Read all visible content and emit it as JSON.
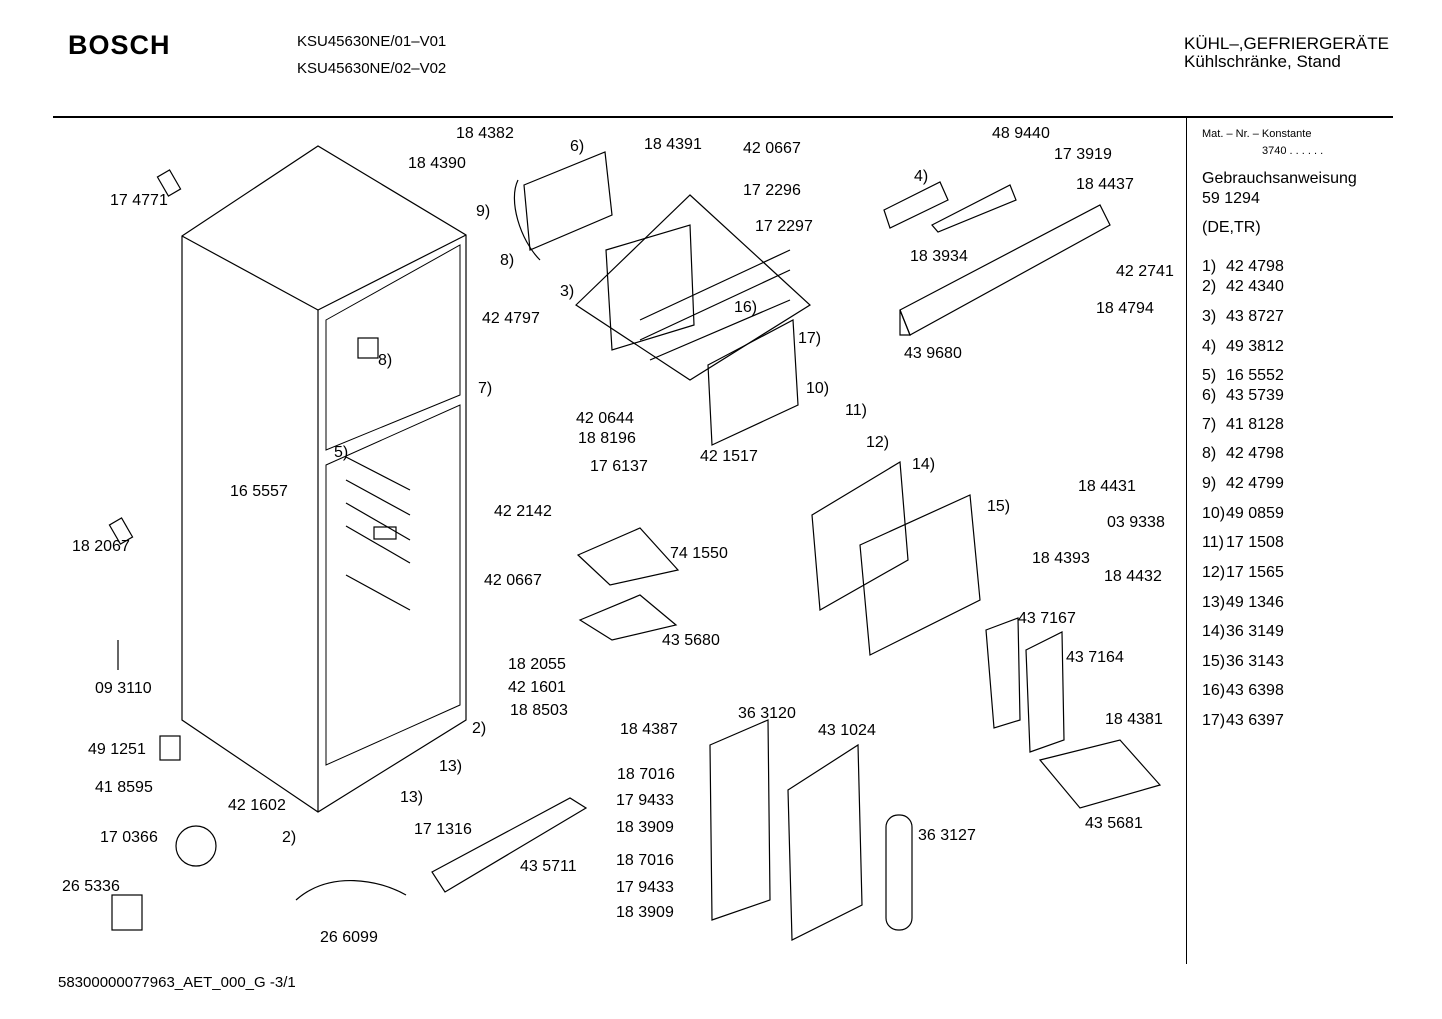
{
  "header": {
    "brand": "BOSCH",
    "models": [
      "KSU45630NE/01–V01",
      "KSU45630NE/02–V02"
    ],
    "category_line1": "KÜHL–,GEFRIERGERÄTE",
    "category_line2": "Kühlschränke, Stand"
  },
  "sidebar": {
    "mat_label": "Mat. – Nr. – Konstante",
    "mat_value": "3740  .  .    .  .  .  .",
    "manual_label": "Gebrauchsanweisung",
    "manual_number": "59 1294",
    "languages": "(DE,TR)",
    "legend": [
      {
        "n": "1)",
        "part": "42 4798"
      },
      {
        "n": "2)",
        "part": "42 4340"
      },
      {
        "n": "3)",
        "part": "43 8727"
      },
      {
        "n": "4)",
        "part": "49 3812"
      },
      {
        "n": "5)",
        "part": "16 5552"
      },
      {
        "n": "6)",
        "part": "43 5739"
      },
      {
        "n": "7)",
        "part": "41 8128"
      },
      {
        "n": "8)",
        "part": "42 4798"
      },
      {
        "n": "9)",
        "part": "42 4799"
      },
      {
        "n": "10)",
        "part": "49 0859"
      },
      {
        "n": "11)",
        "part": "17 1508"
      },
      {
        "n": "12)",
        "part": "17 1565"
      },
      {
        "n": "13)",
        "part": "49 1346"
      },
      {
        "n": "14)",
        "part": "36 3149"
      },
      {
        "n": "15)",
        "part": "36 3143"
      },
      {
        "n": "16)",
        "part": "43 6398"
      },
      {
        "n": "17)",
        "part": "43 6397"
      }
    ]
  },
  "footer": {
    "doc_id": "58300000077963_AET_000_G  -3/1"
  },
  "parts": [
    "18 4382",
    "18 4390",
    "17 4771",
    "9)",
    "8)",
    "42 4797",
    "6)",
    "18 4391",
    "42 0667",
    "17 2296",
    "17 2297",
    "3)",
    "16)",
    "17)",
    "48 9440",
    "17 3919",
    "4)",
    "18 4437",
    "18 3934",
    "42 2741",
    "18 4794",
    "43 9680",
    "8)",
    "7)",
    "42 0644",
    "18 8196",
    "17 6137",
    "10)",
    "11)",
    "12)",
    "42 1517",
    "14)",
    "5)",
    "16 5557",
    "42 2142",
    "18 4431",
    "15)",
    "03 9338",
    "18 2067",
    "74 1550",
    "18 4393",
    "18 4432",
    "42 0667",
    "43 5680",
    "43 7167",
    "43 7164",
    "18 2055",
    "42 1601",
    "09 3110",
    "18 8503",
    "2)",
    "18 4387",
    "36 3120",
    "43 1024",
    "18 4381",
    "49 1251",
    "13)",
    "18 7016",
    "41 8595",
    "13)",
    "17 9433",
    "42 1602",
    "43 5681",
    "18 3909",
    "17 1316",
    "17 0366",
    "2)",
    "36 3127",
    "18 7016",
    "43 5711",
    "26 5336",
    "17 9433",
    "18 3909",
    "26 6099"
  ]
}
